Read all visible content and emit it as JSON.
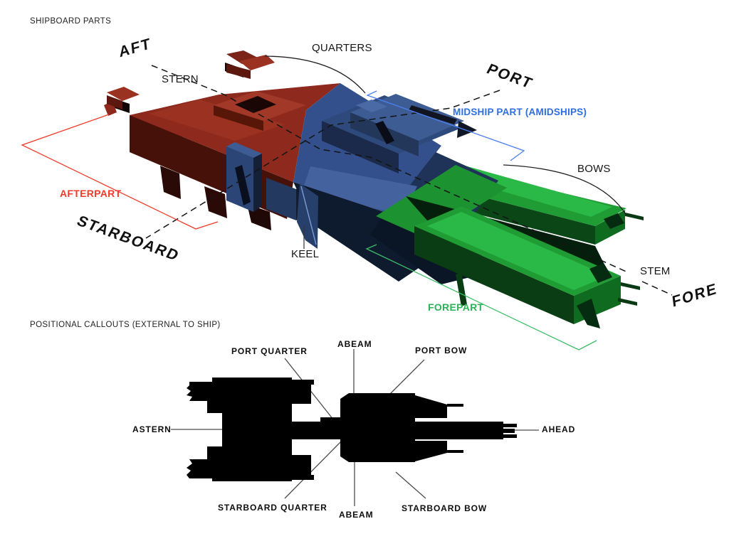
{
  "titles": {
    "shipboard": "SHIPBOARD PARTS",
    "positional": "POSITIONAL CALLOUTS (EXTERNAL TO SHIP)"
  },
  "ship_diagram": {
    "labels": {
      "aft": "AFT",
      "stern": "STERN",
      "quarters": "QUARTERS",
      "port": "PORT",
      "midship": "MIDSHIP PART (AMIDSHIPS)",
      "bows": "BOWS",
      "afterpart": "AFTERPART",
      "starboard": "STARBOARD",
      "keel": "KEEL",
      "forepart": "FOREPART",
      "stem": "STEM",
      "fore": "FORE"
    },
    "colors": {
      "afterpart_accent": "#f23b2a",
      "midship_accent": "#2f6ee0",
      "forepart_accent": "#2db356",
      "hull_red": "#8e2a1d",
      "hull_blue": "#33508c",
      "hull_green": "#1f9c34",
      "dashed_line": "#141414"
    }
  },
  "positional_diagram": {
    "labels": {
      "port_quarter": "PORT QUARTER",
      "abeam_top": "ABEAM",
      "port_bow": "PORT BOW",
      "astern": "ASTERN",
      "ahead": "AHEAD",
      "starboard_quarter": "STARBOARD QUARTER",
      "abeam_bottom": "ABEAM",
      "starboard_bow": "STARBOARD BOW"
    },
    "colors": {
      "silhouette": "#000000",
      "leader_line": "#4d4d4d"
    }
  }
}
